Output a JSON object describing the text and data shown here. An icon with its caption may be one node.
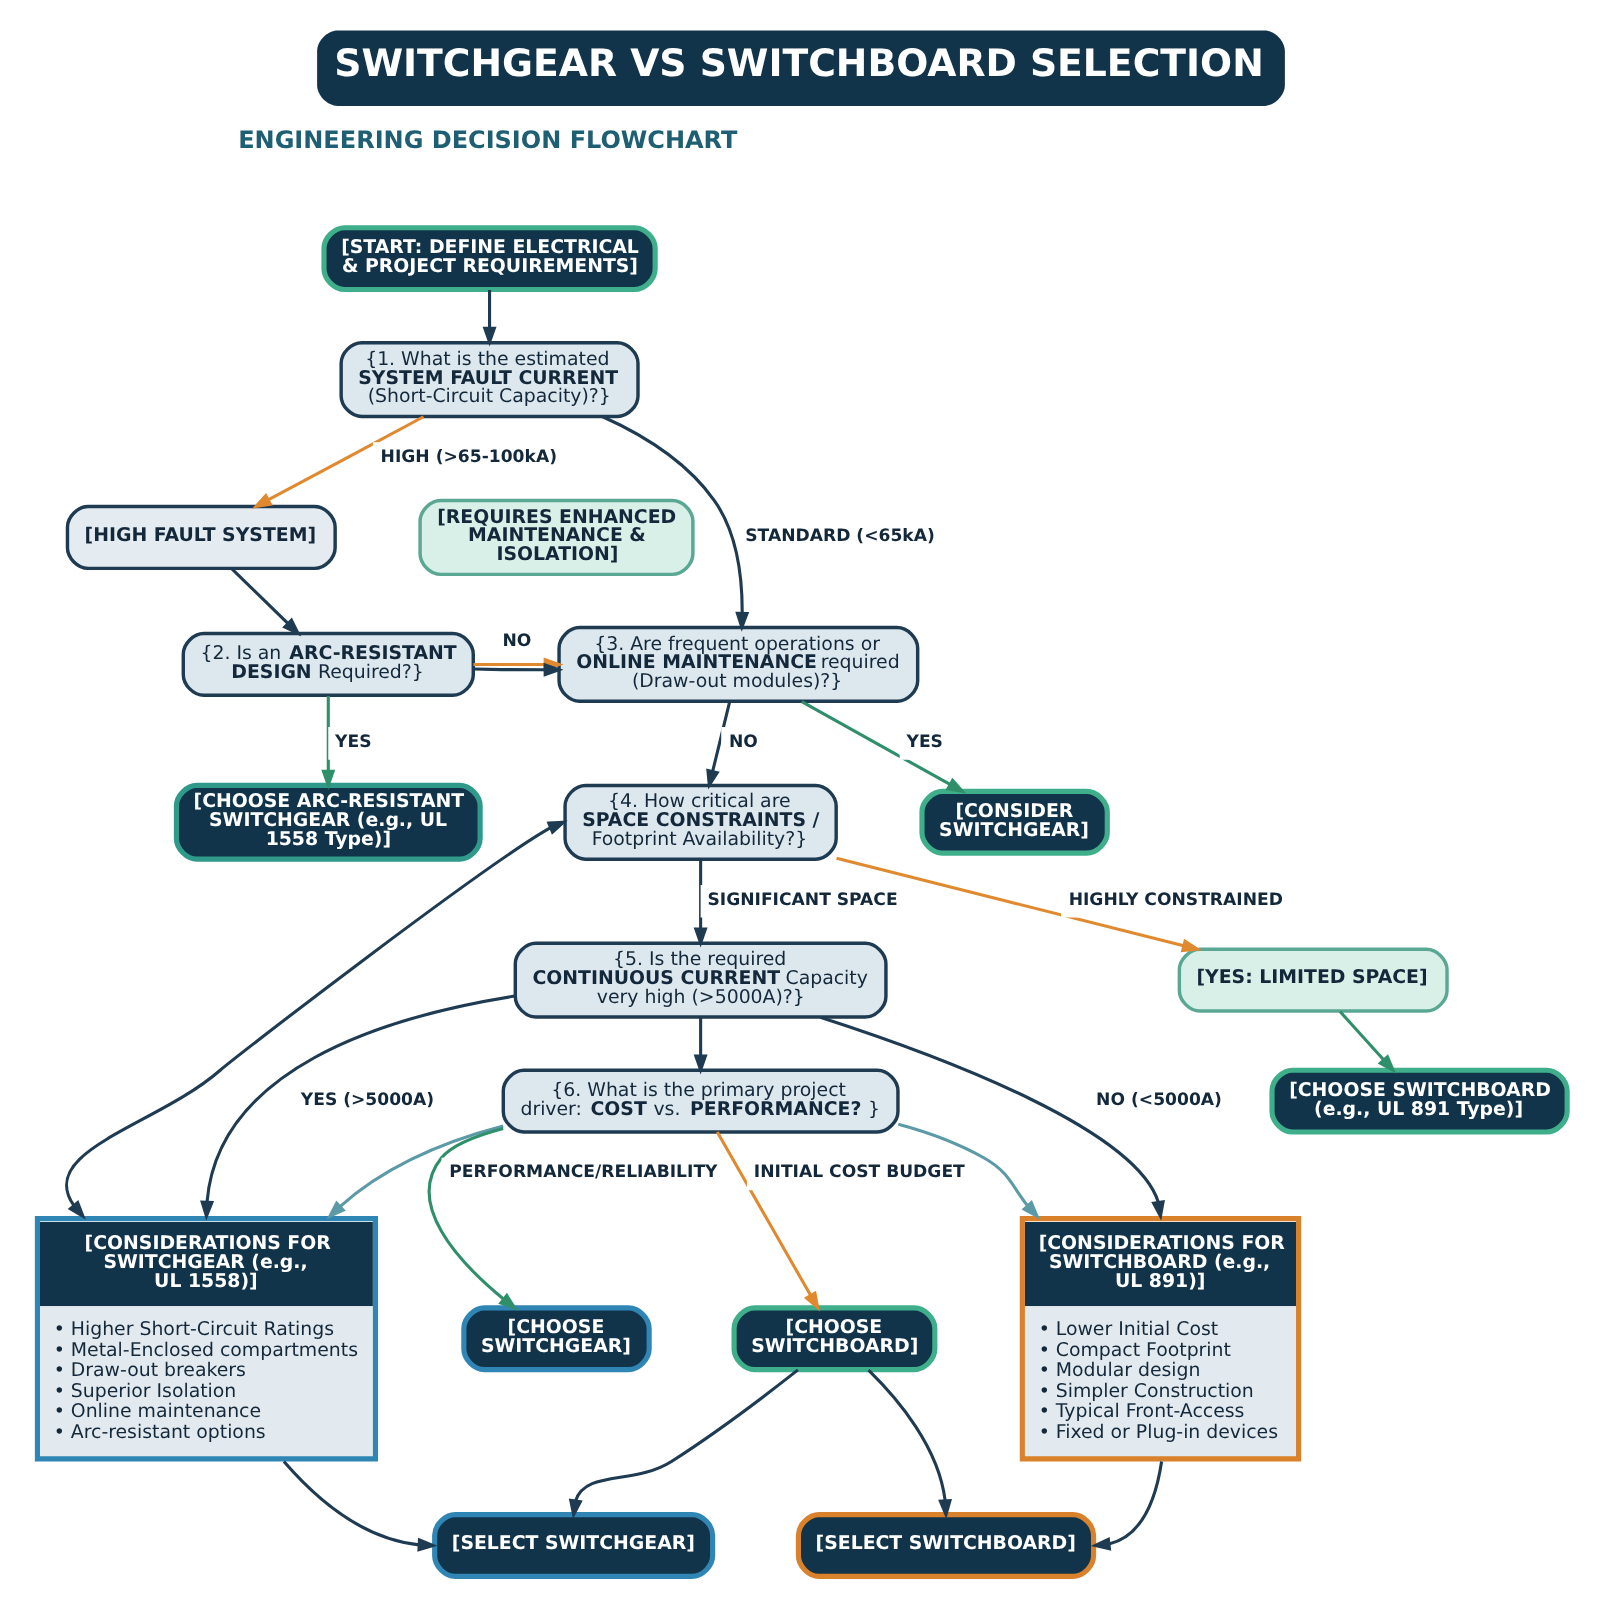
{
  "diagram": {
    "title": "SWITCHGEAR VS SWITCHBOARD SELECTION",
    "nodes": [
      {
        "text": [
          "[START: DEFINE ELECTRICAL & PROJECT REQUIREMENTS]"
        ]
      },
      {
        "text": [
          "{1. What is the estimated **SYSTEM FAULT CURRENT** (Short-Circuit Capacity)?}"
        ]
      },
      {
        "text": [
          "[HIGH FAULT SYSTEM]"
        ]
      },
      {
        "text": [
          "[REQUIRES ENHANCED MAINTENANCE & ISOLATION]"
        ]
      },
      {
        "text": [
          "{2. Is an **ARC-RESISTANT DESIGN** Required?}"
        ]
      },
      {
        "text": [
          "{3. Are frequent operations or **ONLINE MAINTENANCE** required (Draw-out modules)?}"
        ]
      },
      {
        "text": [
          "[CHOOSE ARC-RESISTANT SWITCHGEAR (e.g., UL 1558 Type)]"
        ]
      },
      {
        "text": [
          "[CONSIDER SWITCHGEAR]"
        ]
      },
      {
        "text": [
          "{4. How critical are **SPACE CONSTRAINTS /** Footprint Availability?}"
        ]
      },
      {
        "text": [
          "[YES: LIMITED SPACE]"
        ]
      },
      {
        "text": [
          "[CHOOSE SWITCHBOARD (e.g., UL 891 Type)]"
        ]
      },
      {
        "text": [
          "{5. Is the required **CONTINUOUS CURRENT** Capacity very high (>5000A)?}"
        ]
      },
      {
        "text": [
          "{6. What is the primary project driver: **COST** vs. **PERFORMANCE?**}"
        ]
      },
      {
        "text": [
          "[CONSIDERATIONS FOR SWITCHGEAR (e.g., UL 1558)]",
          "• Higher Short-Circuit Ratings",
          "• Metal-Enclosed compartments",
          "• Draw-out breakers",
          "• Superior Isolation",
          "• Online maintenance",
          "• Arc-resistant options"
        ]
      },
      {
        "text": [
          "[CHOOSE SWITCHGEAR]"
        ]
      },
      {
        "text": [
          "[CHOOSE SWITCHBOARD]"
        ]
      },
      {
        "text": [
          "[CONSIDERATIONS FOR SWITCHBOARD (e.g., UL 891)]",
          "• Lower Initial Cost",
          "• Compact Footprint",
          "• Modular design",
          "• Simpler Construction",
          "• Typical Front-Access",
          "• Fixed or Plug-in devices"
        ]
      },
      {
        "text": [
          "[SELECT SWITCHGEAR]"
        ]
      },
      {
        "text": [
          "[SELECT SWITCHBOARD]"
        ]
      }
    ],
    "edges": [
      {
        "from": 0,
        "to": 1,
        "arrow": "to"
      },
      {
        "from": 1,
        "to": 2,
        "arrow": "to",
        "label": "HIGH (>65-100kA)",
        "color": "#e0892f"
      },
      {
        "from": 1,
        "to": 5,
        "arrow": "to",
        "label": "STANDARD (<65kA)"
      },
      {
        "from": 2,
        "to": 4,
        "arrow": "to"
      },
      {
        "from": 4,
        "to": 6,
        "arrow": "to",
        "label": "YES",
        "color": "#2f8f6b"
      },
      {
        "from": 4,
        "to": 5,
        "arrow": "to",
        "label": "NO",
        "color": "#e0892f"
      },
      {
        "from": 4,
        "to": 5,
        "arrow": "to"
      },
      {
        "from": 5,
        "to": 7,
        "arrow": "to",
        "label": "YES",
        "color": "#2f8f6b"
      },
      {
        "from": 5,
        "to": 8,
        "arrow": "to",
        "label": "NO"
      },
      {
        "from": 8,
        "to": 9,
        "arrow": "to",
        "label": "HIGHLY CONSTRAINED",
        "color": "#e0892f"
      },
      {
        "from": 9,
        "to": 10,
        "arrow": "to",
        "color": "#2f8f6b"
      },
      {
        "from": 8,
        "to": 11,
        "arrow": "to",
        "label": "SIGNIFICANT SPACE"
      },
      {
        "from": 8,
        "to": 13,
        "arrow": "both"
      },
      {
        "from": 11,
        "to": 13,
        "arrow": "to",
        "label": "YES (>5000A)"
      },
      {
        "from": 11,
        "to": 16,
        "arrow": "to",
        "label": "NO (<5000A)"
      },
      {
        "from": 11,
        "to": 12,
        "arrow": "to"
      },
      {
        "from": 12,
        "to": 13,
        "arrow": "to",
        "color": "#5b9aa6"
      },
      {
        "from": 12,
        "to": 16,
        "arrow": "to",
        "color": "#5b9aa6"
      },
      {
        "from": 12,
        "to": 14,
        "arrow": "to",
        "label": "PERFORMANCE/RELIABILITY",
        "color": "#2f8f6b"
      },
      {
        "from": 12,
        "to": 15,
        "arrow": "to",
        "label": "INITIAL COST BUDGET",
        "color": "#e0892f"
      },
      {
        "from": 15,
        "to": 17,
        "arrow": "to"
      },
      {
        "from": 15,
        "to": 18,
        "arrow": "to"
      },
      {
        "from": 13,
        "to": 17,
        "arrow": "to"
      },
      {
        "from": 16,
        "to": 18,
        "arrow": "to"
      }
    ],
    "labels": [
      "ENGINEERING DECISION FLOWCHART"
    ]
  }
}
